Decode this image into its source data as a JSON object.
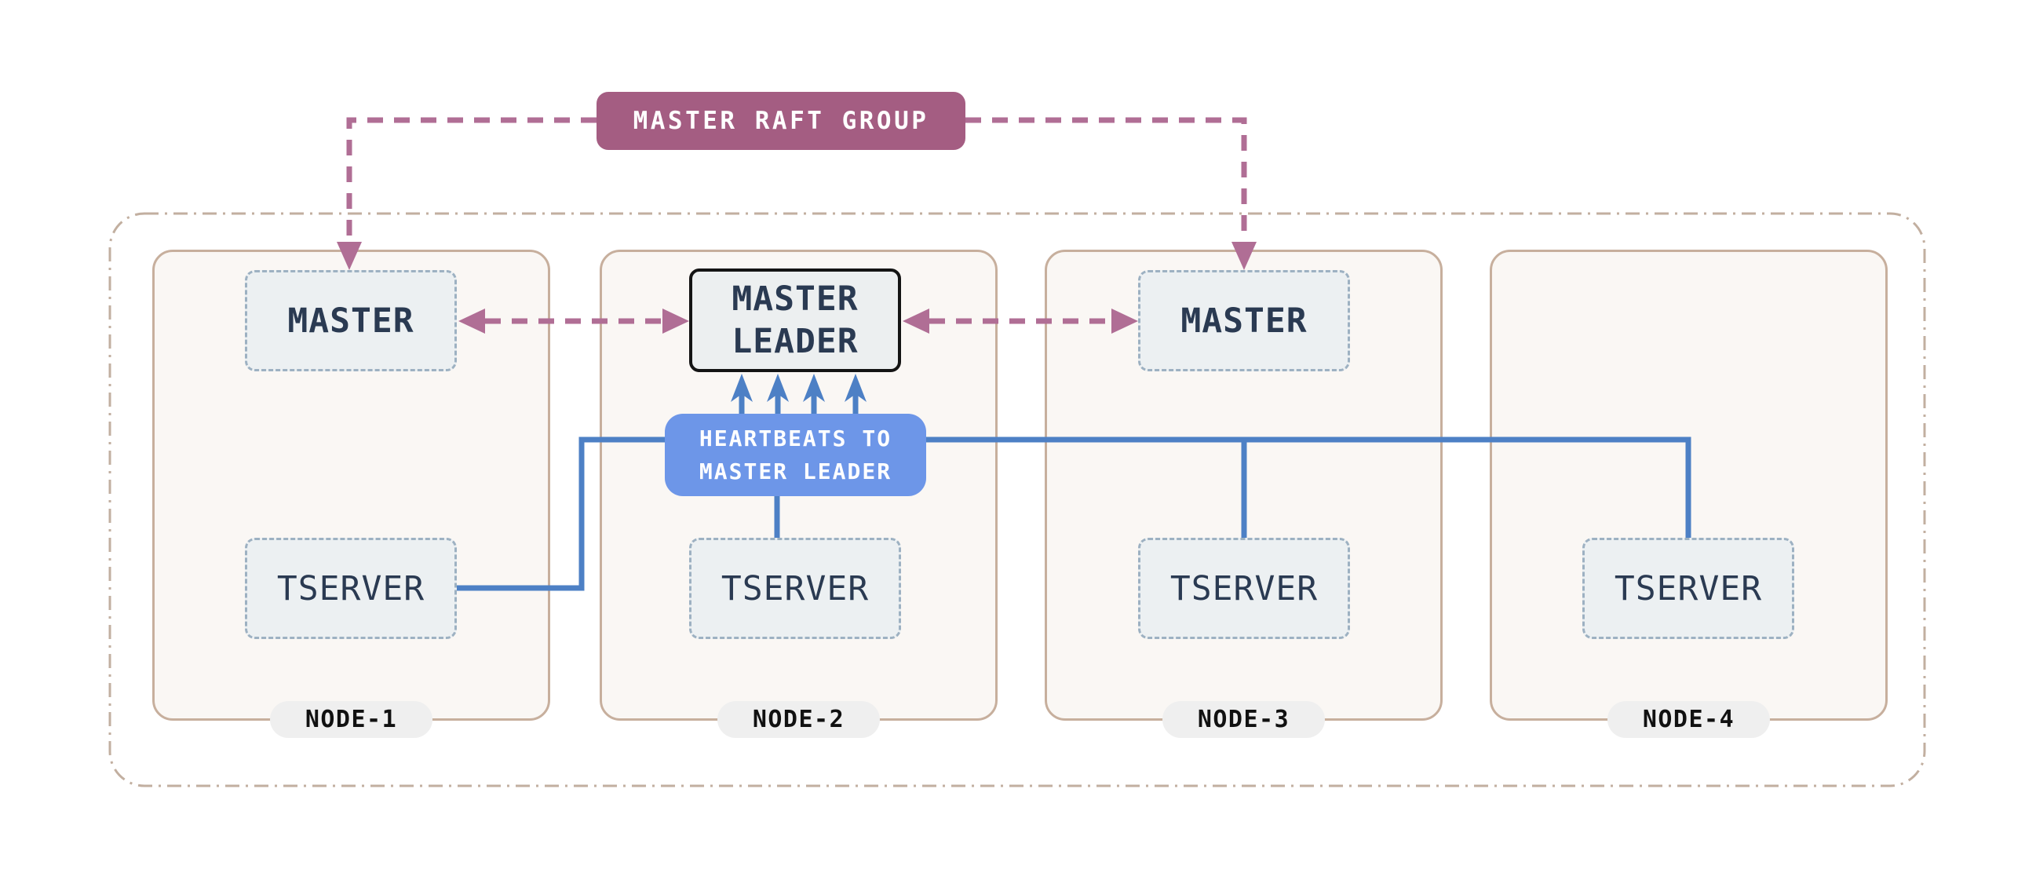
{
  "raft_badge": {
    "label": "MASTER RAFT GROUP"
  },
  "heartbeat_badge": {
    "line1": "HEARTBEATS TO",
    "line2": "MASTER LEADER"
  },
  "leader_box": {
    "line1": "MASTER",
    "line2": "LEADER"
  },
  "nodes": [
    {
      "name": "NODE-1",
      "master": "MASTER",
      "tserver": "TSERVER"
    },
    {
      "name": "NODE-2",
      "tserver": "TSERVER"
    },
    {
      "name": "NODE-3",
      "master": "MASTER",
      "tserver": "TSERVER"
    },
    {
      "name": "NODE-4",
      "tserver": "TSERVER"
    }
  ],
  "colors": {
    "raft_badge_bg": "#A45D82",
    "raft_line": "#B06E95",
    "heartbeat_badge_bg": "#6D96E8",
    "heartbeat_line": "#4D80C5",
    "node_border": "#C7AF9D",
    "node_bg": "#FAF7F4",
    "box_border": "#9DB1C2",
    "box_bg": "#ECF0F2",
    "leader_border": "#141414",
    "outer_border": "#C2AFA0",
    "box_text": "#2A3A52",
    "pill_bg": "#EFEFEF"
  }
}
